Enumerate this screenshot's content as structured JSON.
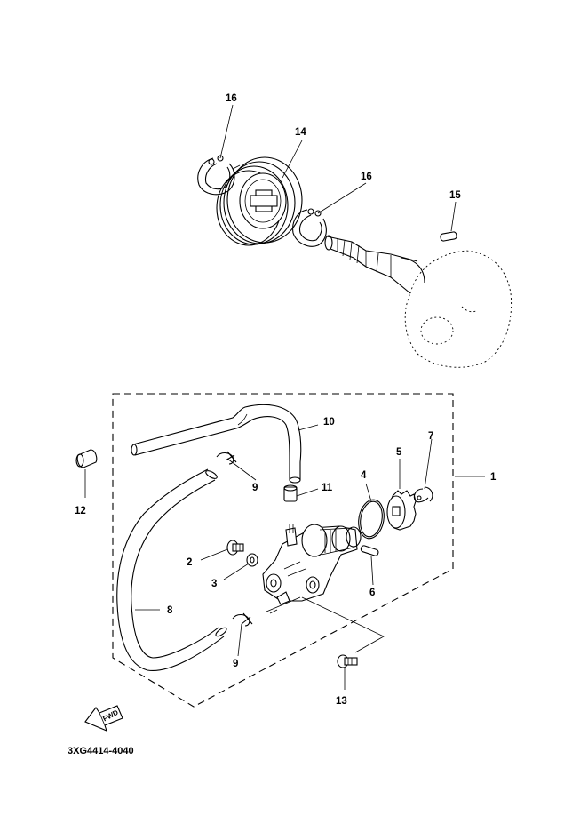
{
  "diagram_code": "3XG4414-4040",
  "fwd_label": "FWD",
  "callouts": {
    "c1": "1",
    "c2": "2",
    "c3": "3",
    "c4": "4",
    "c5": "5",
    "c6": "6",
    "c7": "7",
    "c8": "8",
    "c9a": "9",
    "c9b": "9",
    "c10": "10",
    "c11": "11",
    "c12": "12",
    "c13": "13",
    "c14": "14",
    "c15": "15",
    "c16a": "16",
    "c16b": "16"
  }
}
